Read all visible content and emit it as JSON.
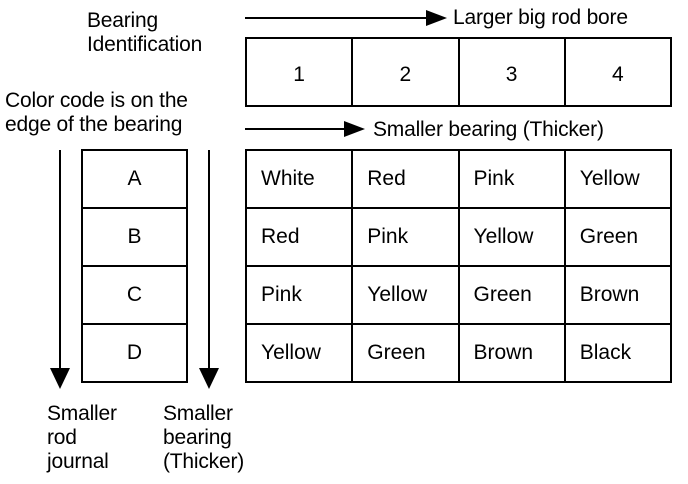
{
  "labels": {
    "bearing_id_line1": "Bearing",
    "bearing_id_line2": "Identification",
    "larger_bore": "Larger big rod bore",
    "color_code_line1": "Color code is on the",
    "color_code_line2": "edge of the bearing",
    "smaller_bearing_thicker": "Smaller bearing (Thicker)",
    "smaller_rod_journal_line1": "Smaller",
    "smaller_rod_journal_line2": "rod",
    "smaller_rod_journal_line3": "journal",
    "smaller_bearing_line1": "Smaller",
    "smaller_bearing_line2": "bearing",
    "smaller_bearing_line3": "(Thicker)"
  },
  "bore_columns": [
    "1",
    "2",
    "3",
    "4"
  ],
  "journal_rows": [
    "A",
    "B",
    "C",
    "D"
  ],
  "color_grid": [
    [
      "White",
      "Red",
      "Pink",
      "Yellow"
    ],
    [
      "Red",
      "Pink",
      "Yellow",
      "Green"
    ],
    [
      "Pink",
      "Yellow",
      "Green",
      "Brown"
    ],
    [
      "Yellow",
      "Green",
      "Brown",
      "Black"
    ]
  ]
}
